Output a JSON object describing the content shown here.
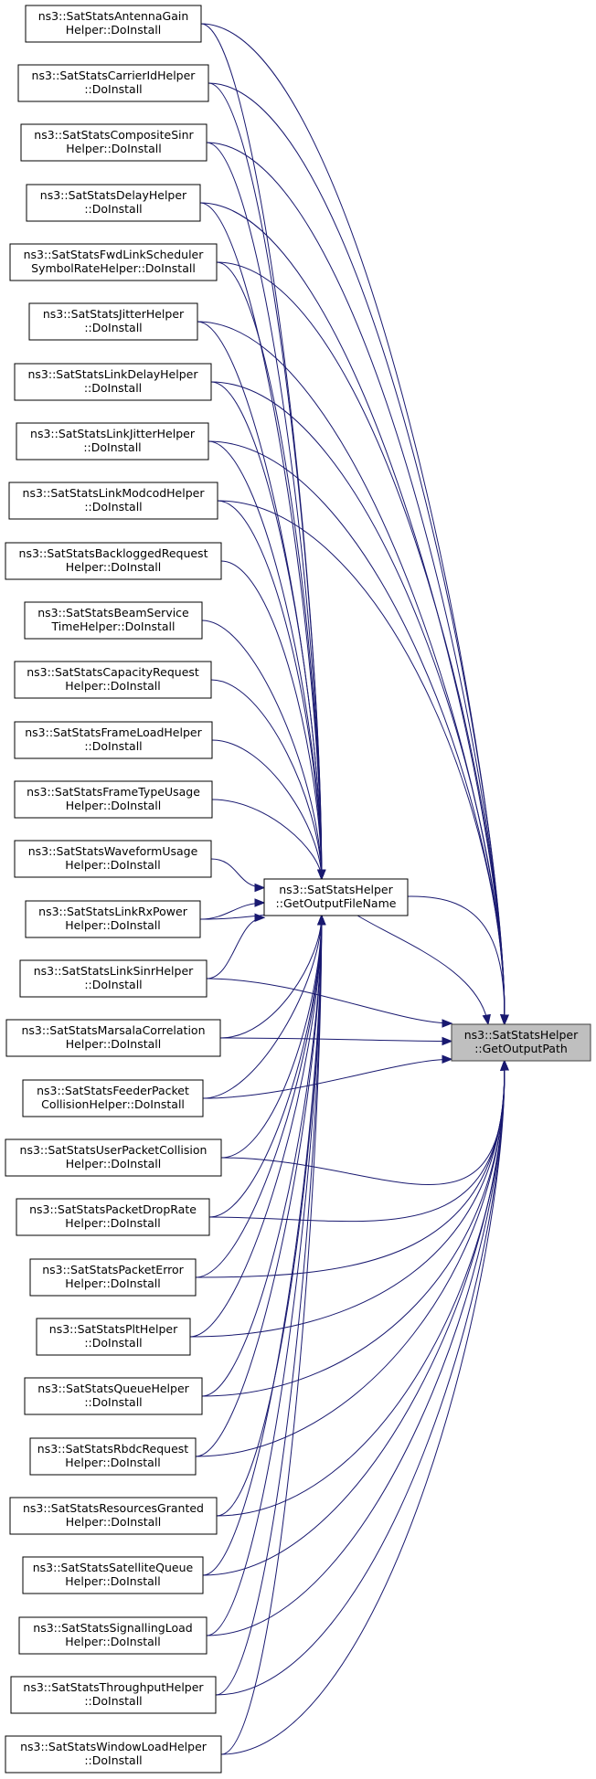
{
  "nodes": [
    {
      "id": "antenna_gain",
      "lines": [
        "ns3::SatStatsAntennaGain",
        "Helper::DoInstall"
      ]
    },
    {
      "id": "carrier_id",
      "lines": [
        "ns3::SatStatsCarrierIdHelper",
        "::DoInstall"
      ]
    },
    {
      "id": "composite_sinr",
      "lines": [
        "ns3::SatStatsCompositeSinr",
        "Helper::DoInstall"
      ]
    },
    {
      "id": "delay",
      "lines": [
        "ns3::SatStatsDelayHelper",
        "::DoInstall"
      ]
    },
    {
      "id": "fwd_link_scheduler",
      "lines": [
        "ns3::SatStatsFwdLinkScheduler",
        "SymbolRateHelper::DoInstall"
      ]
    },
    {
      "id": "jitter",
      "lines": [
        "ns3::SatStatsJitterHelper",
        "::DoInstall"
      ]
    },
    {
      "id": "link_delay",
      "lines": [
        "ns3::SatStatsLinkDelayHelper",
        "::DoInstall"
      ]
    },
    {
      "id": "link_jitter",
      "lines": [
        "ns3::SatStatsLinkJitterHelper",
        "::DoInstall"
      ]
    },
    {
      "id": "link_modcod",
      "lines": [
        "ns3::SatStatsLinkModcodHelper",
        "::DoInstall"
      ]
    },
    {
      "id": "backlogged_request",
      "lines": [
        "ns3::SatStatsBackloggedRequest",
        "Helper::DoInstall"
      ]
    },
    {
      "id": "beam_service",
      "lines": [
        "ns3::SatStatsBeamService",
        "TimeHelper::DoInstall"
      ]
    },
    {
      "id": "capacity_request",
      "lines": [
        "ns3::SatStatsCapacityRequest",
        "Helper::DoInstall"
      ]
    },
    {
      "id": "frame_load",
      "lines": [
        "ns3::SatStatsFrameLoadHelper",
        "::DoInstall"
      ]
    },
    {
      "id": "frame_type_usage",
      "lines": [
        "ns3::SatStatsFrameTypeUsage",
        "Helper::DoInstall"
      ]
    },
    {
      "id": "waveform_usage",
      "lines": [
        "ns3::SatStatsWaveformUsage",
        "Helper::DoInstall"
      ]
    },
    {
      "id": "link_rx_power",
      "lines": [
        "ns3::SatStatsLinkRxPower",
        "Helper::DoInstall"
      ]
    },
    {
      "id": "link_sinr",
      "lines": [
        "ns3::SatStatsLinkSinrHelper",
        "::DoInstall"
      ]
    },
    {
      "id": "marsala",
      "lines": [
        "ns3::SatStatsMarsalaCorrelation",
        "Helper::DoInstall"
      ]
    },
    {
      "id": "feeder_packet",
      "lines": [
        "ns3::SatStatsFeederPacket",
        "CollisionHelper::DoInstall"
      ]
    },
    {
      "id": "user_packet",
      "lines": [
        "ns3::SatStatsUserPacketCollision",
        "Helper::DoInstall"
      ]
    },
    {
      "id": "packet_drop",
      "lines": [
        "ns3::SatStatsPacketDropRate",
        "Helper::DoInstall"
      ]
    },
    {
      "id": "packet_error",
      "lines": [
        "ns3::SatStatsPacketError",
        "Helper::DoInstall"
      ]
    },
    {
      "id": "plt",
      "lines": [
        "ns3::SatStatsPltHelper",
        "::DoInstall"
      ]
    },
    {
      "id": "queue",
      "lines": [
        "ns3::SatStatsQueueHelper",
        "::DoInstall"
      ]
    },
    {
      "id": "rbdc_request",
      "lines": [
        "ns3::SatStatsRbdcRequest",
        "Helper::DoInstall"
      ]
    },
    {
      "id": "resources_granted",
      "lines": [
        "ns3::SatStatsResourcesGranted",
        "Helper::DoInstall"
      ]
    },
    {
      "id": "satellite_queue",
      "lines": [
        "ns3::SatStatsSatelliteQueue",
        "Helper::DoInstall"
      ]
    },
    {
      "id": "signalling_load",
      "lines": [
        "ns3::SatStatsSignallingLoad",
        "Helper::DoInstall"
      ]
    },
    {
      "id": "throughput",
      "lines": [
        "ns3::SatStatsThroughputHelper",
        "::DoInstall"
      ]
    },
    {
      "id": "window_load",
      "lines": [
        "ns3::SatStatsWindowLoadHelper",
        "::DoInstall"
      ]
    },
    {
      "id": "get_output_file_name",
      "lines": [
        "ns3::SatStatsHelper",
        "::GetOutputFileName"
      ]
    },
    {
      "id": "get_output_path",
      "lines": [
        "ns3::SatStatsHelper",
        "::GetOutputPath"
      ],
      "highlighted": true
    }
  ],
  "edges": [
    {
      "from": "antenna_gain",
      "to": "get_output_file_name"
    },
    {
      "from": "carrier_id",
      "to": "get_output_file_name"
    },
    {
      "from": "composite_sinr",
      "to": "get_output_file_name"
    },
    {
      "from": "delay",
      "to": "get_output_file_name"
    },
    {
      "from": "fwd_link_scheduler",
      "to": "get_output_file_name"
    },
    {
      "from": "jitter",
      "to": "get_output_file_name"
    },
    {
      "from": "link_delay",
      "to": "get_output_file_name"
    },
    {
      "from": "link_jitter",
      "to": "get_output_file_name"
    },
    {
      "from": "link_modcod",
      "to": "get_output_file_name"
    },
    {
      "from": "backlogged_request",
      "to": "get_output_file_name"
    },
    {
      "from": "beam_service",
      "to": "get_output_file_name"
    },
    {
      "from": "capacity_request",
      "to": "get_output_file_name"
    },
    {
      "from": "frame_load",
      "to": "get_output_file_name"
    },
    {
      "from": "frame_type_usage",
      "to": "get_output_file_name"
    },
    {
      "from": "waveform_usage",
      "to": "get_output_file_name"
    },
    {
      "from": "link_rx_power",
      "to": "get_output_file_name"
    },
    {
      "from": "link_sinr",
      "to": "get_output_file_name"
    },
    {
      "from": "marsala",
      "to": "get_output_file_name"
    },
    {
      "from": "feeder_packet",
      "to": "get_output_file_name"
    },
    {
      "from": "user_packet",
      "to": "get_output_file_name"
    },
    {
      "from": "packet_drop",
      "to": "get_output_file_name"
    },
    {
      "from": "packet_error",
      "to": "get_output_file_name"
    },
    {
      "from": "plt",
      "to": "get_output_file_name"
    },
    {
      "from": "queue",
      "to": "get_output_file_name"
    },
    {
      "from": "rbdc_request",
      "to": "get_output_file_name"
    },
    {
      "from": "resources_granted",
      "to": "get_output_file_name"
    },
    {
      "from": "satellite_queue",
      "to": "get_output_file_name"
    },
    {
      "from": "signalling_load",
      "to": "get_output_file_name"
    },
    {
      "from": "throughput",
      "to": "get_output_file_name"
    },
    {
      "from": "window_load",
      "to": "get_output_file_name"
    },
    {
      "from": "antenna_gain",
      "to": "get_output_path"
    },
    {
      "from": "carrier_id",
      "to": "get_output_path"
    },
    {
      "from": "composite_sinr",
      "to": "get_output_path"
    },
    {
      "from": "delay",
      "to": "get_output_path"
    },
    {
      "from": "fwd_link_scheduler",
      "to": "get_output_path"
    },
    {
      "from": "jitter",
      "to": "get_output_path"
    },
    {
      "from": "link_delay",
      "to": "get_output_path"
    },
    {
      "from": "link_jitter",
      "to": "get_output_path"
    },
    {
      "from": "link_modcod",
      "to": "get_output_path"
    },
    {
      "from": "link_rx_power",
      "to": "get_output_path"
    },
    {
      "from": "link_sinr",
      "to": "get_output_path"
    },
    {
      "from": "marsala",
      "to": "get_output_path"
    },
    {
      "from": "feeder_packet",
      "to": "get_output_path"
    },
    {
      "from": "user_packet",
      "to": "get_output_path"
    },
    {
      "from": "packet_drop",
      "to": "get_output_path"
    },
    {
      "from": "packet_error",
      "to": "get_output_path"
    },
    {
      "from": "plt",
      "to": "get_output_path"
    },
    {
      "from": "queue",
      "to": "get_output_path"
    },
    {
      "from": "rbdc_request",
      "to": "get_output_path"
    },
    {
      "from": "resources_granted",
      "to": "get_output_path"
    },
    {
      "from": "satellite_queue",
      "to": "get_output_path"
    },
    {
      "from": "signalling_load",
      "to": "get_output_path"
    },
    {
      "from": "throughput",
      "to": "get_output_path"
    },
    {
      "from": "window_load",
      "to": "get_output_path"
    },
    {
      "from": "get_output_file_name",
      "to": "get_output_path"
    }
  ],
  "colors": {
    "edge": "#191970",
    "node_border": "#000000",
    "highlight_fill": "#bfbfbf"
  }
}
